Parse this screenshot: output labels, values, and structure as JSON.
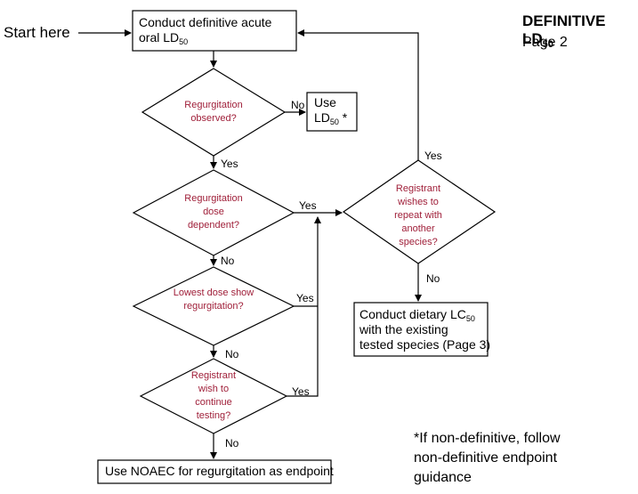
{
  "header": {
    "title": "DEFINITIVE LD",
    "title_sub": "50",
    "page": "Page 2"
  },
  "start_label": "Start here",
  "boxes": {
    "start_box": {
      "text": "Conduct definitive acute oral LD",
      "sub": "50"
    },
    "use_ld50": {
      "line1": "Use",
      "text": "LD",
      "sub": "50",
      "suffix": " *"
    },
    "conduct_lc50": {
      "text": "Conduct dietary LC",
      "sub": "50",
      "line2": "with the existing",
      "line3": "tested species (Page 3)"
    },
    "noaec": {
      "text": "Use NOAEC for regurgitation as endpoint"
    }
  },
  "decisions": {
    "regurgitation_observed": "Regurgitation observed?",
    "dose_dependent": "Regurgitation dose dependent?",
    "lowest_dose": "Lowest dose show regurgitation?",
    "continue_testing": "Registrant wish to continue testing?",
    "repeat_species": "Registrant wishes to repeat with another species?"
  },
  "edges": {
    "d1_no": "No",
    "d1_yes": "Yes",
    "d2_yes": "Yes",
    "d2_no": "No",
    "d3_yes": "Yes",
    "d3_no": "No",
    "d4_yes": "Yes",
    "d4_no": "No",
    "d5_yes": "Yes",
    "d5_no": "No"
  },
  "footnote": "*If non-definitive, follow non-definitive endpoint guidance",
  "colors": {
    "decision_text": "#a0203a",
    "line": "#000000"
  }
}
